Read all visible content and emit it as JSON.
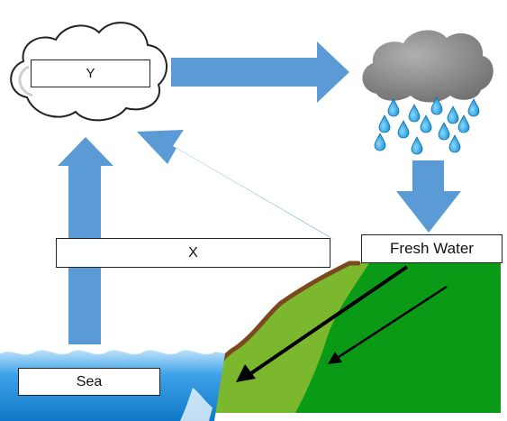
{
  "labels": {
    "y": "Y",
    "x": "X",
    "fresh_water": "Fresh Water",
    "sea": "Sea"
  },
  "colors": {
    "arrow_blue": "#5b9bd5",
    "rain_cloud": "#8c8c8c",
    "raindrop": "#29a9e1",
    "sea_blue": "#1e8fdc",
    "land_light_green": "#7cb82e",
    "land_dark_green": "#0a9a15",
    "soil_brown": "#7a4a1e"
  },
  "icons": [
    "white-cloud-icon",
    "rain-cloud-icon",
    "raindrops-icon",
    "sea-waves-icon",
    "land-hill-icon"
  ]
}
